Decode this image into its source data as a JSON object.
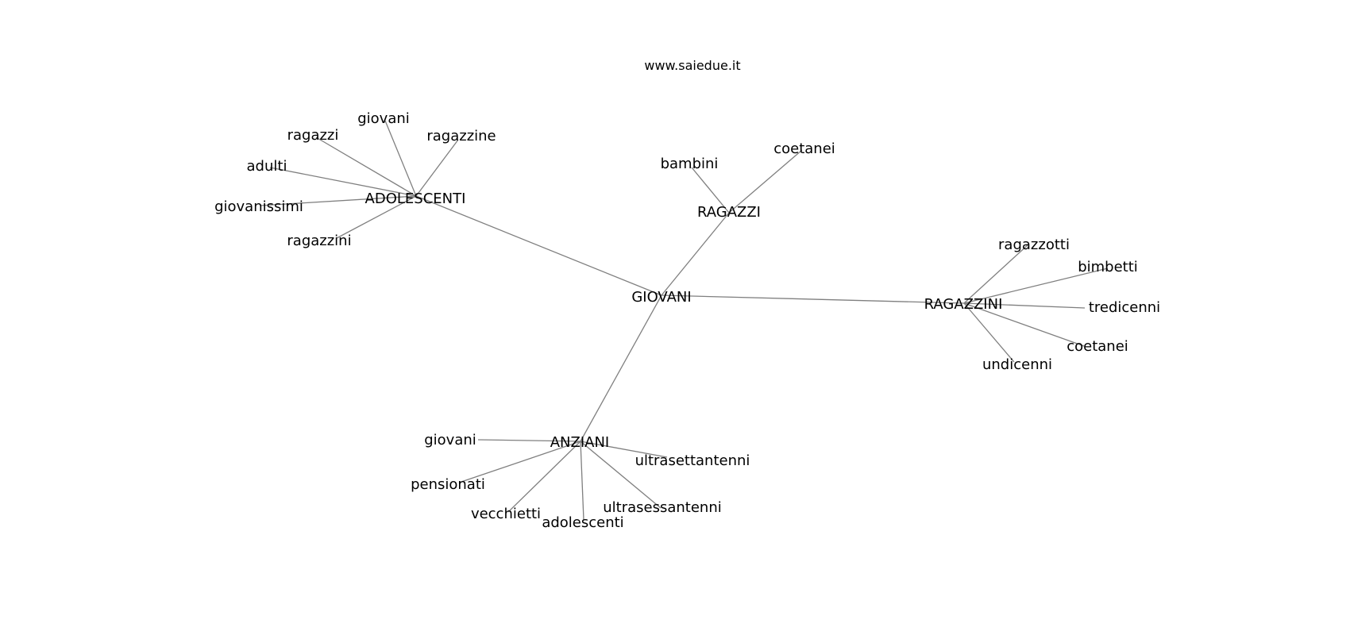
{
  "title": "www.saiedue.it",
  "hubs": [
    {
      "id": "giovani_center",
      "label": "GIOVANI"
    },
    {
      "id": "adolescenti",
      "label": "ADOLESCENTI"
    },
    {
      "id": "ragazzi",
      "label": "RAGAZZI"
    },
    {
      "id": "ragazzini",
      "label": "RAGAZZINI"
    },
    {
      "id": "anziani",
      "label": "ANZIANI"
    }
  ],
  "leaves": [
    {
      "id": "a_giovani",
      "label": "giovani",
      "parent": "adolescenti"
    },
    {
      "id": "a_ragazzi",
      "label": "ragazzi",
      "parent": "adolescenti"
    },
    {
      "id": "a_ragazzine",
      "label": "ragazzine",
      "parent": "adolescenti"
    },
    {
      "id": "a_adulti",
      "label": "adulti",
      "parent": "adolescenti"
    },
    {
      "id": "a_giovanissimi",
      "label": "giovanissimi",
      "parent": "adolescenti"
    },
    {
      "id": "a_ragazzini",
      "label": "ragazzini",
      "parent": "adolescenti"
    },
    {
      "id": "r_bambini",
      "label": "bambini",
      "parent": "ragazzi"
    },
    {
      "id": "r_coetanei",
      "label": "coetanei",
      "parent": "ragazzi"
    },
    {
      "id": "rz_ragazzotti",
      "label": "ragazzotti",
      "parent": "ragazzini"
    },
    {
      "id": "rz_bimbetti",
      "label": "bimbetti",
      "parent": "ragazzini"
    },
    {
      "id": "rz_tredicenni",
      "label": "tredicenni",
      "parent": "ragazzini"
    },
    {
      "id": "rz_coetanei",
      "label": "coetanei",
      "parent": "ragazzini"
    },
    {
      "id": "rz_undicenni",
      "label": "undicenni",
      "parent": "ragazzini"
    },
    {
      "id": "an_giovani",
      "label": "giovani",
      "parent": "anziani"
    },
    {
      "id": "an_pensionati",
      "label": "pensionati",
      "parent": "anziani"
    },
    {
      "id": "an_vecchietti",
      "label": "vecchietti",
      "parent": "anziani"
    },
    {
      "id": "an_adolescenti",
      "label": "adolescenti",
      "parent": "anziani"
    },
    {
      "id": "an_ultrasessantenni",
      "label": "ultrasessantenni",
      "parent": "anziani"
    },
    {
      "id": "an_ultrasettantenni",
      "label": "ultrasettantenni",
      "parent": "anziani"
    }
  ],
  "hub_links": [
    [
      "giovani_center",
      "adolescenti"
    ],
    [
      "giovani_center",
      "ragazzi"
    ],
    [
      "giovani_center",
      "ragazzini"
    ],
    [
      "giovani_center",
      "anziani"
    ]
  ]
}
